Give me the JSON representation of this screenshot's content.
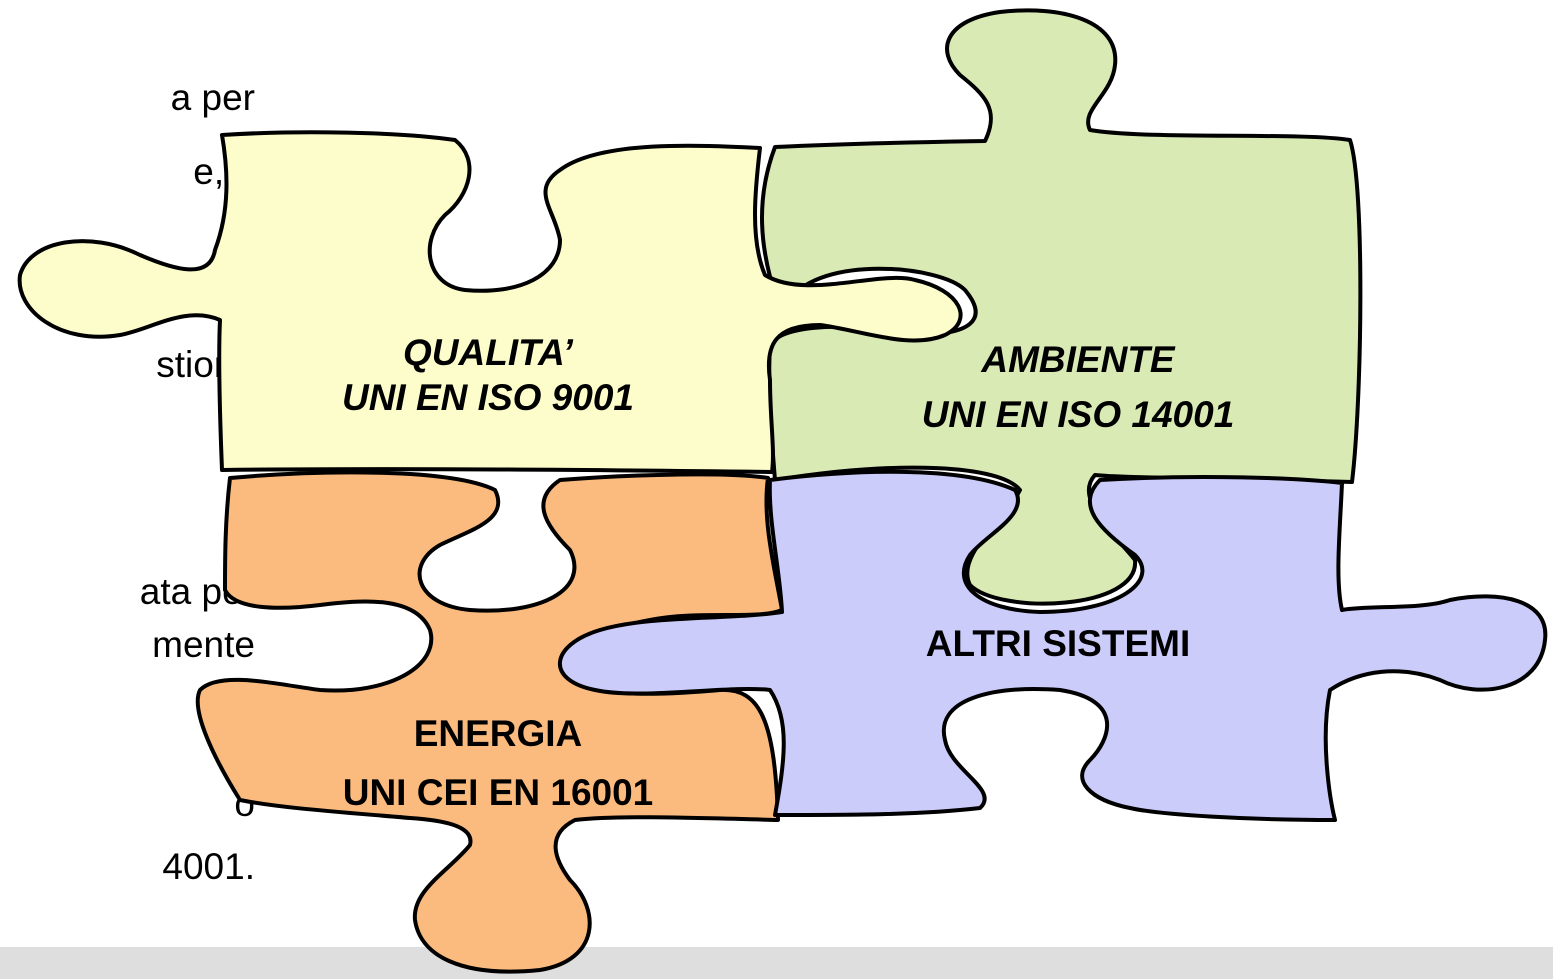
{
  "text_fragments": [
    "a per",
    "e, è",
    "stione",
    "ata per",
    "mente",
    "o",
    "4001."
  ],
  "pieces": {
    "quality": {
      "line1": "QUALITA’",
      "line2": "UNI EN ISO 9001",
      "fill": "#fdfdcc"
    },
    "environment": {
      "line1": "AMBIENTE",
      "line2": "UNI EN ISO 14001",
      "fill": "#d9eab5"
    },
    "energy": {
      "line1": "ENERGIA",
      "line2": "UNI CEI EN 16001",
      "fill": "#fbbb7f"
    },
    "other": {
      "line1": "ALTRI SISTEMI",
      "fill": "#ccccfb"
    }
  }
}
